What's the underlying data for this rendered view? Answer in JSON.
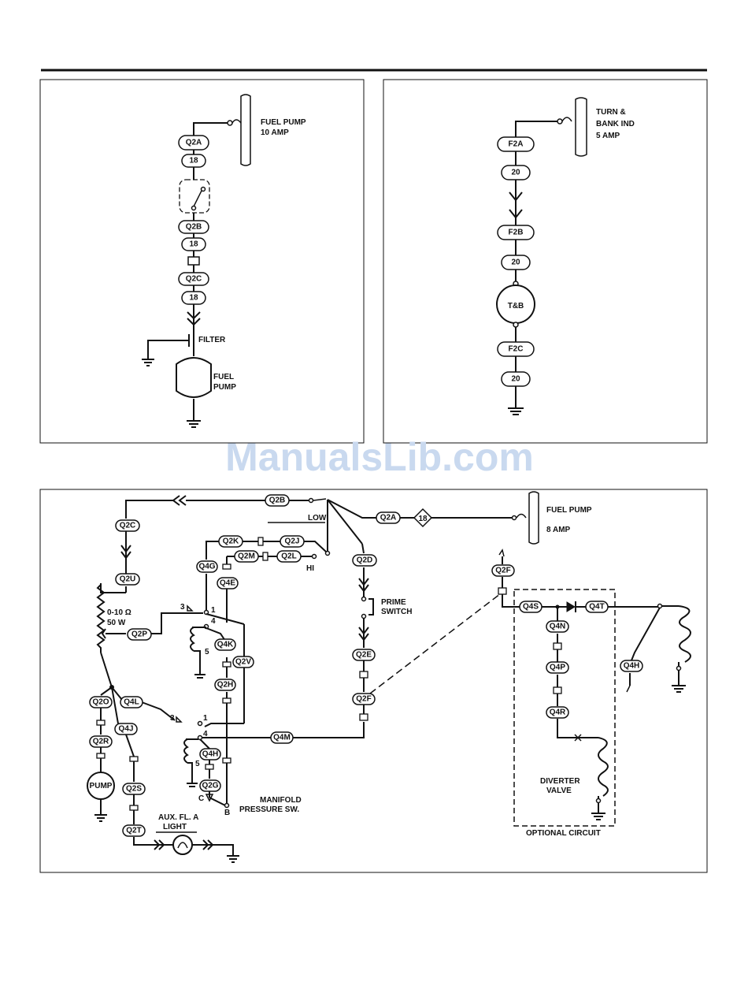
{
  "watermark": "ManualsLib.com",
  "panel_fuel_pump": {
    "breaker_label_1": "FUEL PUMP",
    "breaker_label_2": "10 AMP",
    "wires": [
      "Q2A",
      "18",
      "Q2B",
      "18",
      "Q2C",
      "18"
    ],
    "filter_label": "FILTER",
    "pump_label_1": "FUEL",
    "pump_label_2": "PUMP"
  },
  "panel_turn_bank": {
    "breaker_label_1": "TURN &",
    "breaker_label_2": "BANK IND",
    "breaker_label_3": "5 AMP",
    "wires": [
      "F2A",
      "20",
      "F2B",
      "20",
      "F2C",
      "20"
    ],
    "instrument_label": "T&B"
  },
  "panel_main": {
    "breaker_label_1": "FUEL PUMP",
    "breaker_label_2": "8 AMP",
    "switch_low": "LOW",
    "switch_hi": "HI",
    "wires": [
      "Q2B",
      "Q2A",
      "18",
      "Q2C",
      "Q2U",
      "Q2P",
      "Q2K",
      "Q2J",
      "Q2M",
      "Q2L",
      "Q4G",
      "Q4E",
      "Q2D",
      "Q4K",
      "Q2V",
      "Q2H",
      "Q2E",
      "Q2F",
      "Q2O",
      "Q4L",
      "Q4J",
      "Q2R",
      "Q4M",
      "Q4H",
      "Q2G",
      "Q2S",
      "Q2T",
      "Q2F",
      "Q4S",
      "Q4T",
      "Q4N",
      "Q4P",
      "Q4R",
      "Q4H"
    ],
    "resistor_label_1": "0-10 Ω",
    "resistor_label_2": "50 W",
    "prime_switch_1": "PRIME",
    "prime_switch_2": "SWITCH",
    "pump_label": "PUMP",
    "manifold_label_1": "MANIFOLD",
    "manifold_label_2": "PRESSURE SW.",
    "aux_label_1": "AUX. FL. A",
    "aux_label_2": "LIGHT",
    "diverter_label_1": "DIVERTER",
    "diverter_label_2": "VALVE",
    "optional_label": "OPTIONAL CIRCUIT",
    "terminals": [
      "3",
      "1",
      "4",
      "5",
      "3",
      "1",
      "4",
      "5",
      "C",
      "B"
    ]
  }
}
